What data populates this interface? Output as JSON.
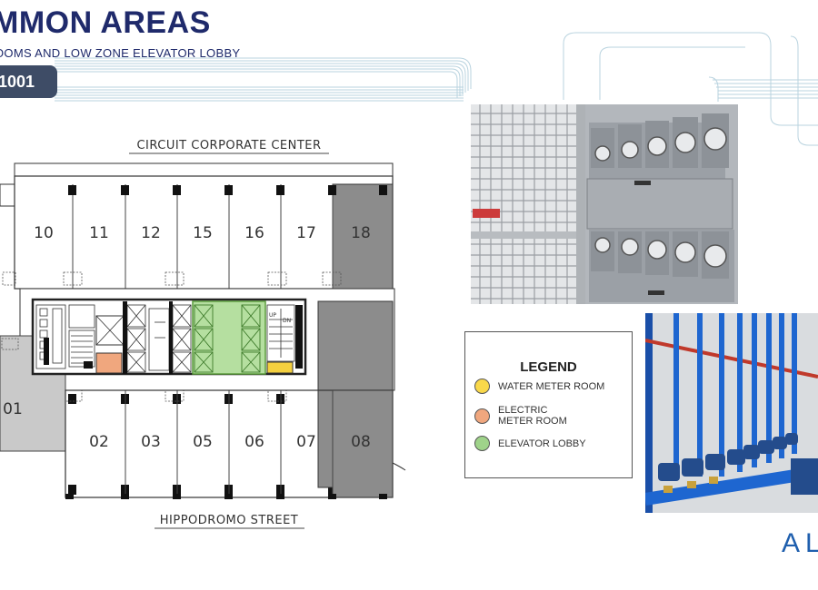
{
  "header": {
    "title": "MMON AREAS",
    "subtitle": "OOMS AND LOW ZONE ELEVATOR LOBBY",
    "tag": "1001"
  },
  "floorplan": {
    "top_street": "CIRCUIT CORPORATE CENTER",
    "bottom_street": "HIPPODROMO STREET",
    "top_units": [
      "10",
      "11",
      "12",
      "15",
      "16",
      "17",
      "18"
    ],
    "bottom_units": [
      "02",
      "03",
      "05",
      "06",
      "07",
      "08"
    ],
    "left_unit": "01",
    "stair_labels": [
      "UP",
      "DN"
    ],
    "colors": {
      "water_meter": "#f4d03f",
      "electric_meter": "#f0a77e",
      "elevator_lobby": "#b5dfa0",
      "dark_unit": "#8c8c8c"
    }
  },
  "legend": {
    "title": "LEGEND",
    "items": [
      {
        "label": "WATER METER ROOM",
        "color": "#f9d84a"
      },
      {
        "label": "ELECTRIC METER ROOM",
        "color": "#f0a77e"
      },
      {
        "label": "ELEVATOR LOBBY",
        "color": "#9fd38a"
      }
    ]
  },
  "brand": {
    "text": "AL"
  }
}
